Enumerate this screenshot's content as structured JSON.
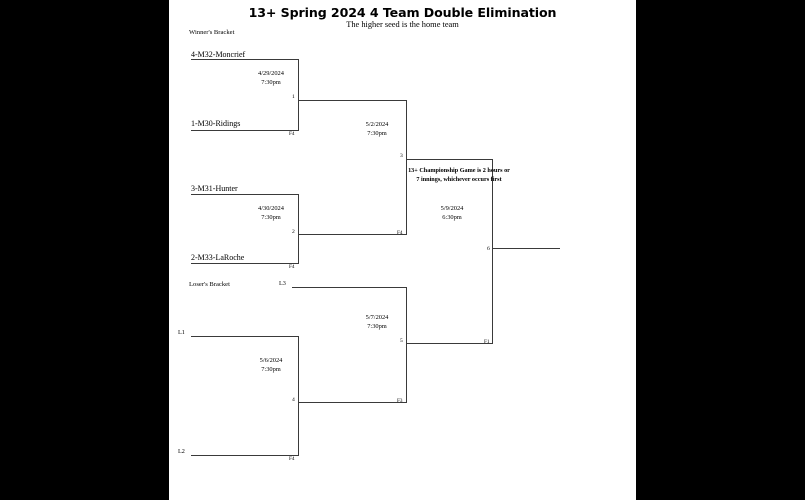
{
  "header": {
    "title": "13+ Spring 2024 4 Team Double Elimination",
    "subtitle": "The higher seed is the home team"
  },
  "sections": {
    "winners_label": "Winner's Bracket",
    "losers_label": "Loser's Bracket"
  },
  "winners_bracket": {
    "teams": [
      {
        "name": "4-M32-Moncrief"
      },
      {
        "name": "1-M30-Ridings"
      },
      {
        "name": "3-M31-Hunter"
      },
      {
        "name": "2-M33-LaRoche"
      }
    ],
    "games": [
      {
        "number": "1",
        "date": "4/29/2024",
        "time": "7:30pm",
        "field": "F4"
      },
      {
        "number": "2",
        "date": "4/30/2024",
        "time": "7:30pm",
        "field": "F4"
      },
      {
        "number": "3",
        "date": "5/2/2024",
        "time": "7:30pm",
        "field": "F4"
      }
    ]
  },
  "losers_bracket": {
    "slots": [
      {
        "label": "L3"
      },
      {
        "label": "L1"
      },
      {
        "label": "L2"
      }
    ],
    "games": [
      {
        "number": "4",
        "date": "5/6/2024",
        "time": "7:30pm",
        "field": "F4"
      },
      {
        "number": "5",
        "date": "5/7/2024",
        "time": "7:30pm",
        "field": "F3"
      }
    ]
  },
  "championship": {
    "note": "13+ Championship Game is 2 hours or 7 innings, whichever occurs first",
    "number": "6",
    "date": "5/9/2024",
    "time": "6:30pm",
    "field": "F1"
  },
  "colors": {
    "page": "#ffffff",
    "backdrop": "#000000",
    "line": "#3a3a3a",
    "text": "#000000"
  }
}
